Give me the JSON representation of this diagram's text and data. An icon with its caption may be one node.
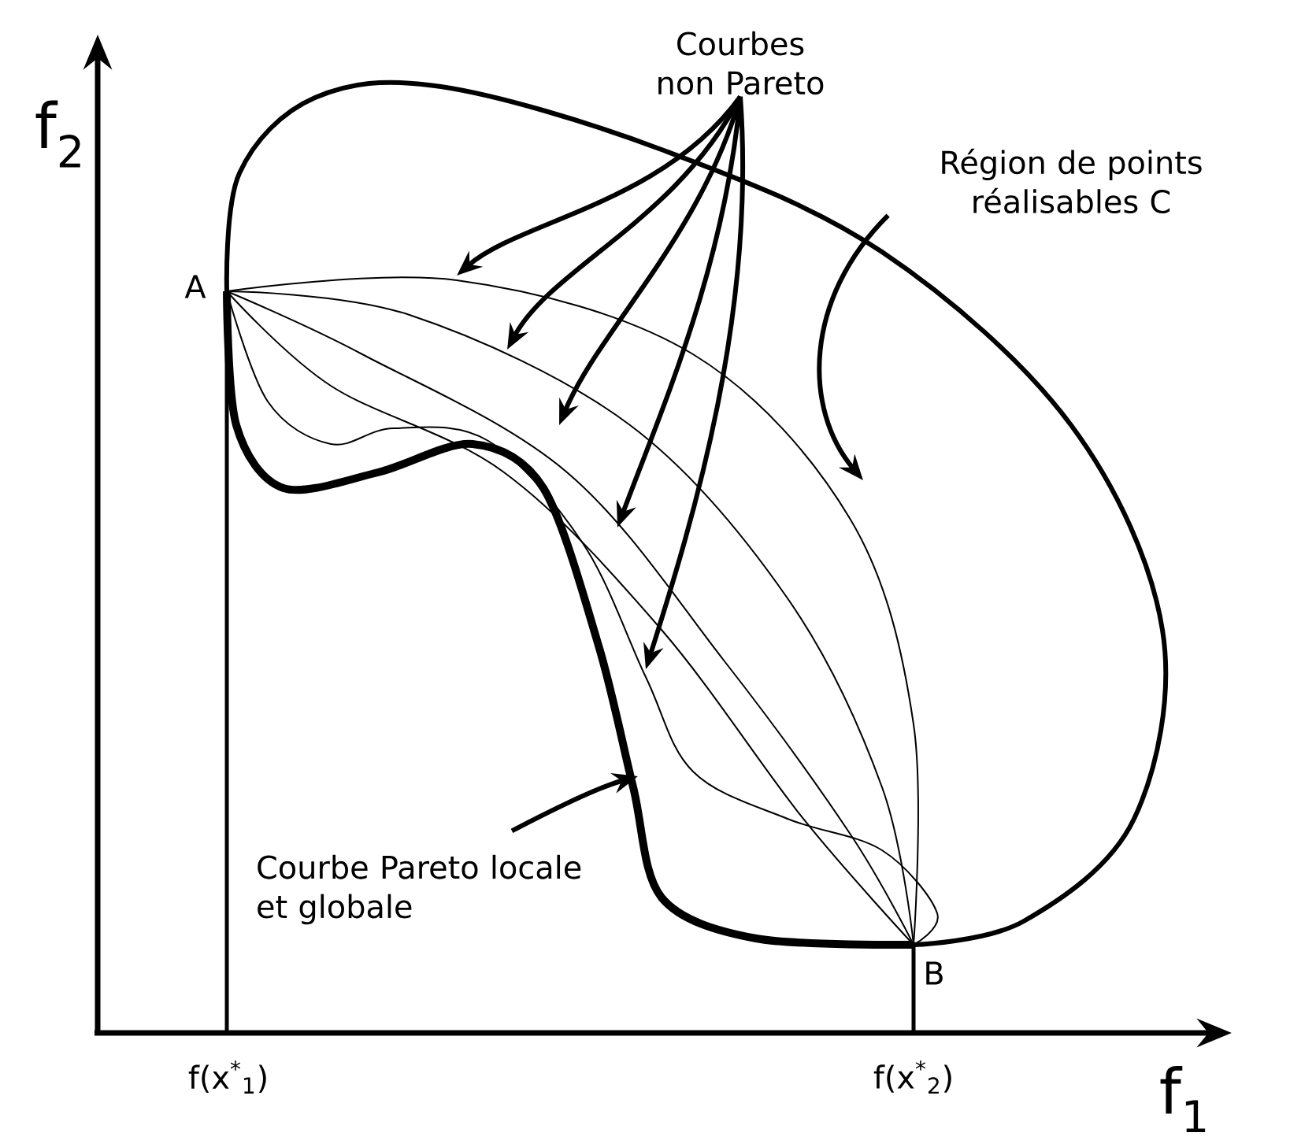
{
  "diagram": {
    "nodes": [
      {
        "text": [
          "Courbes non Pareto"
        ]
      },
      {
        "text": [
          "Région de points réalisables C"
        ]
      },
      {
        "text": [
          "Courbe Pareto locale et globale"
        ]
      }
    ],
    "edges": [
      {
        "from": 0,
        "to": null,
        "arrow": "to"
      },
      {
        "from": 0,
        "to": null,
        "arrow": "to"
      },
      {
        "from": 0,
        "to": null,
        "arrow": "to"
      },
      {
        "from": 0,
        "to": null,
        "arrow": "to"
      },
      {
        "from": 0,
        "to": null,
        "arrow": "to"
      },
      {
        "from": 1,
        "to": null,
        "arrow": "to"
      },
      {
        "from": 2,
        "to": null,
        "arrow": "to"
      }
    ],
    "labels": [
      "f$_{2}$",
      "A",
      "B",
      "f(x$^{*}$$_{1}$)",
      "f(x$^{*}$$_{2}$)",
      "f$_{1}$"
    ]
  }
}
